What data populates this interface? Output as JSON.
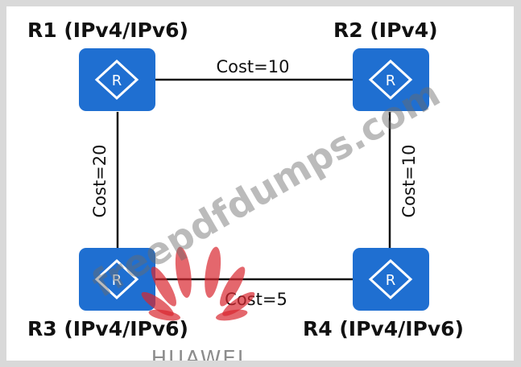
{
  "routers": [
    {
      "id": "r1",
      "label": "R1 (IPv4/IPv6)"
    },
    {
      "id": "r2",
      "label": "R2 (IPv4)"
    },
    {
      "id": "r3",
      "label": "R3 (IPv4/IPv6)"
    },
    {
      "id": "r4",
      "label": "R4 (IPv4/IPv6)"
    }
  ],
  "router_icon_letter": "R",
  "links": [
    {
      "from": "R1",
      "to": "R2",
      "cost_label": "Cost=10"
    },
    {
      "from": "R1",
      "to": "R3",
      "cost_label": "Cost=20"
    },
    {
      "from": "R2",
      "to": "R4",
      "cost_label": "Cost=10"
    },
    {
      "from": "R3",
      "to": "R4",
      "cost_label": "Cost=5"
    }
  ],
  "colors": {
    "router": "#1f6fd1",
    "logo": "#d8262f"
  },
  "watermark": "freepdfdumps.com",
  "brand_logo": {
    "text": "HUAWEI",
    "icon": "huawei-flower-icon"
  }
}
